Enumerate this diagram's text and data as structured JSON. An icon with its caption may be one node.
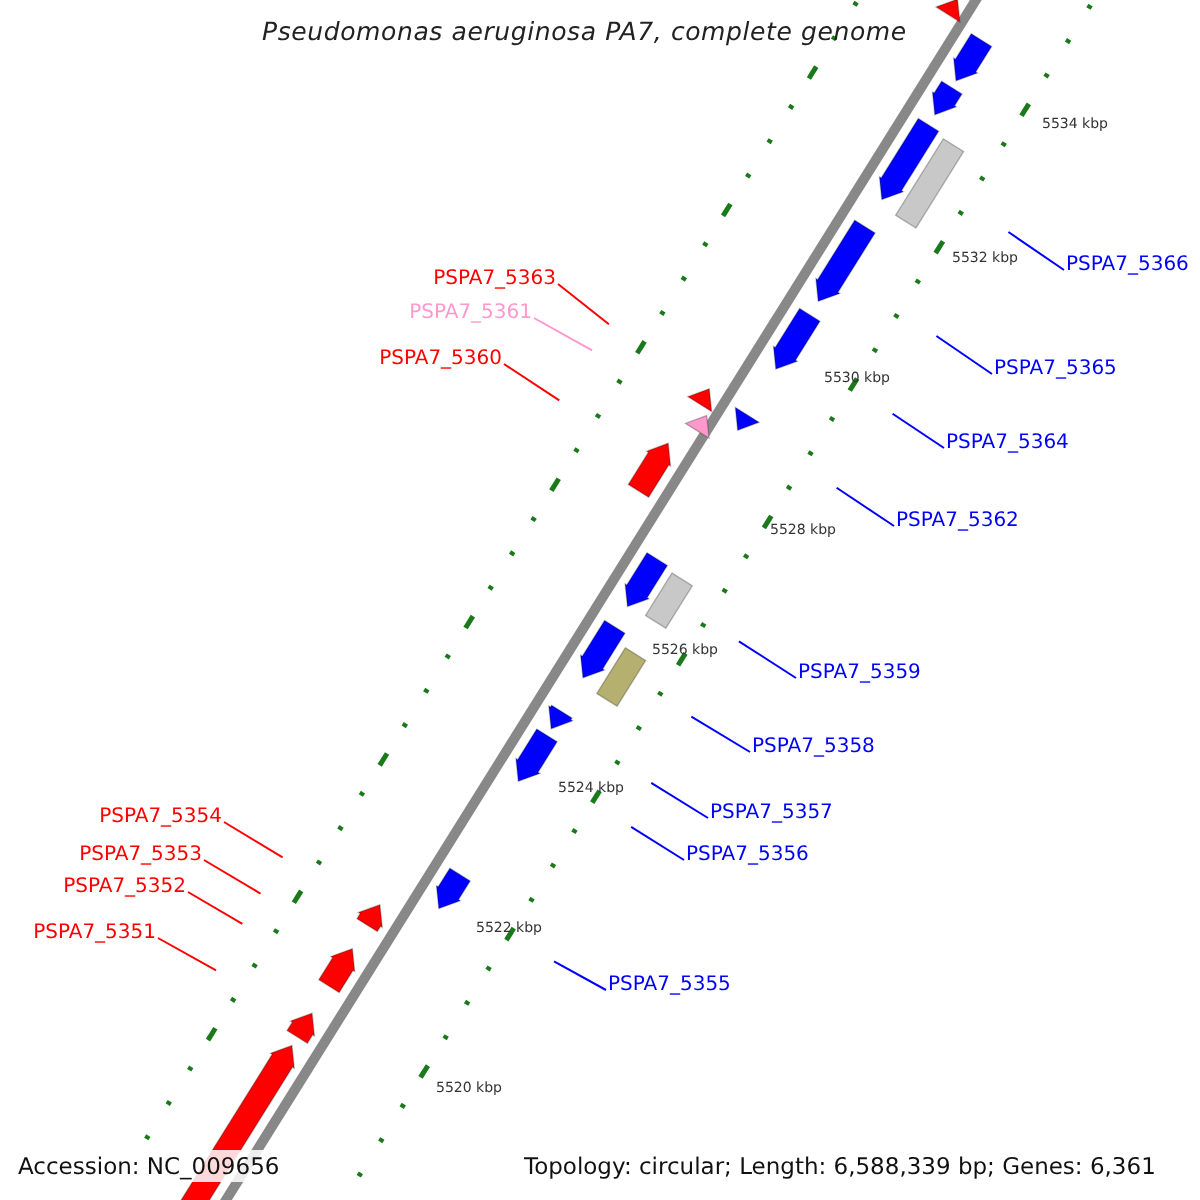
{
  "diagram": {
    "title": "Pseudomonas aeruginosa PA7, complete genome",
    "nodes": [
      {
        "text": [
          "PSPA7_5366"
        ]
      },
      {
        "text": [
          "PSPA7_5363"
        ]
      },
      {
        "text": [
          "PSPA7_5361"
        ]
      },
      {
        "text": [
          "PSPA7_5360"
        ]
      },
      {
        "text": [
          "PSPA7_5365"
        ]
      },
      {
        "text": [
          "PSPA7_5364"
        ]
      },
      {
        "text": [
          "PSPA7_5362"
        ]
      },
      {
        "text": [
          "PSPA7_5359"
        ]
      },
      {
        "text": [
          "PSPA7_5358"
        ]
      },
      {
        "text": [
          "PSPA7_5357"
        ]
      },
      {
        "text": [
          "PSPA7_5354"
        ]
      },
      {
        "text": [
          "PSPA7_5356"
        ]
      },
      {
        "text": [
          "PSPA7_5353"
        ]
      },
      {
        "text": [
          "PSPA7_5352"
        ]
      },
      {
        "text": [
          "PSPA7_5351"
        ]
      },
      {
        "text": [
          "PSPA7_5355"
        ]
      }
    ],
    "edges": [
      {
        "from": 0,
        "to": null,
        "arrow": "none"
      },
      {
        "from": 1,
        "to": null,
        "arrow": "none",
        "color": "#ff0000"
      },
      {
        "from": 2,
        "to": null,
        "arrow": "none",
        "color": "#ff99cc"
      },
      {
        "from": 3,
        "to": null,
        "arrow": "none",
        "color": "#ff0000"
      },
      {
        "from": 4,
        "to": null,
        "arrow": "none"
      },
      {
        "from": 5,
        "to": null,
        "arrow": "none"
      },
      {
        "from": 6,
        "to": null,
        "arrow": "none"
      },
      {
        "from": 7,
        "to": null,
        "arrow": "none"
      },
      {
        "from": 8,
        "to": null,
        "arrow": "none"
      },
      {
        "from": 9,
        "to": null,
        "arrow": "none"
      },
      {
        "from": 10,
        "to": null,
        "arrow": "none",
        "color": "#ff0000"
      },
      {
        "from": 11,
        "to": null,
        "arrow": "none"
      },
      {
        "from": 12,
        "to": null,
        "arrow": "none",
        "color": "#ff0000"
      },
      {
        "from": 13,
        "to": null,
        "arrow": "none",
        "color": "#ff0000"
      },
      {
        "from": 14,
        "to": null,
        "arrow": "none",
        "color": "#ff0000"
      },
      {
        "from": 15,
        "to": null,
        "arrow": "none"
      }
    ],
    "labels": [
      "5534 kbp",
      "5532 kbp",
      "5530 kbp",
      "5528 kbp",
      "5526 kbp",
      "5524 kbp",
      "5522 kbp",
      "5520 kbp",
      "Accession: NC_009656",
      "Topology: circular; Length: 6,588,339 bp; Genes: 6,361"
    ]
  }
}
